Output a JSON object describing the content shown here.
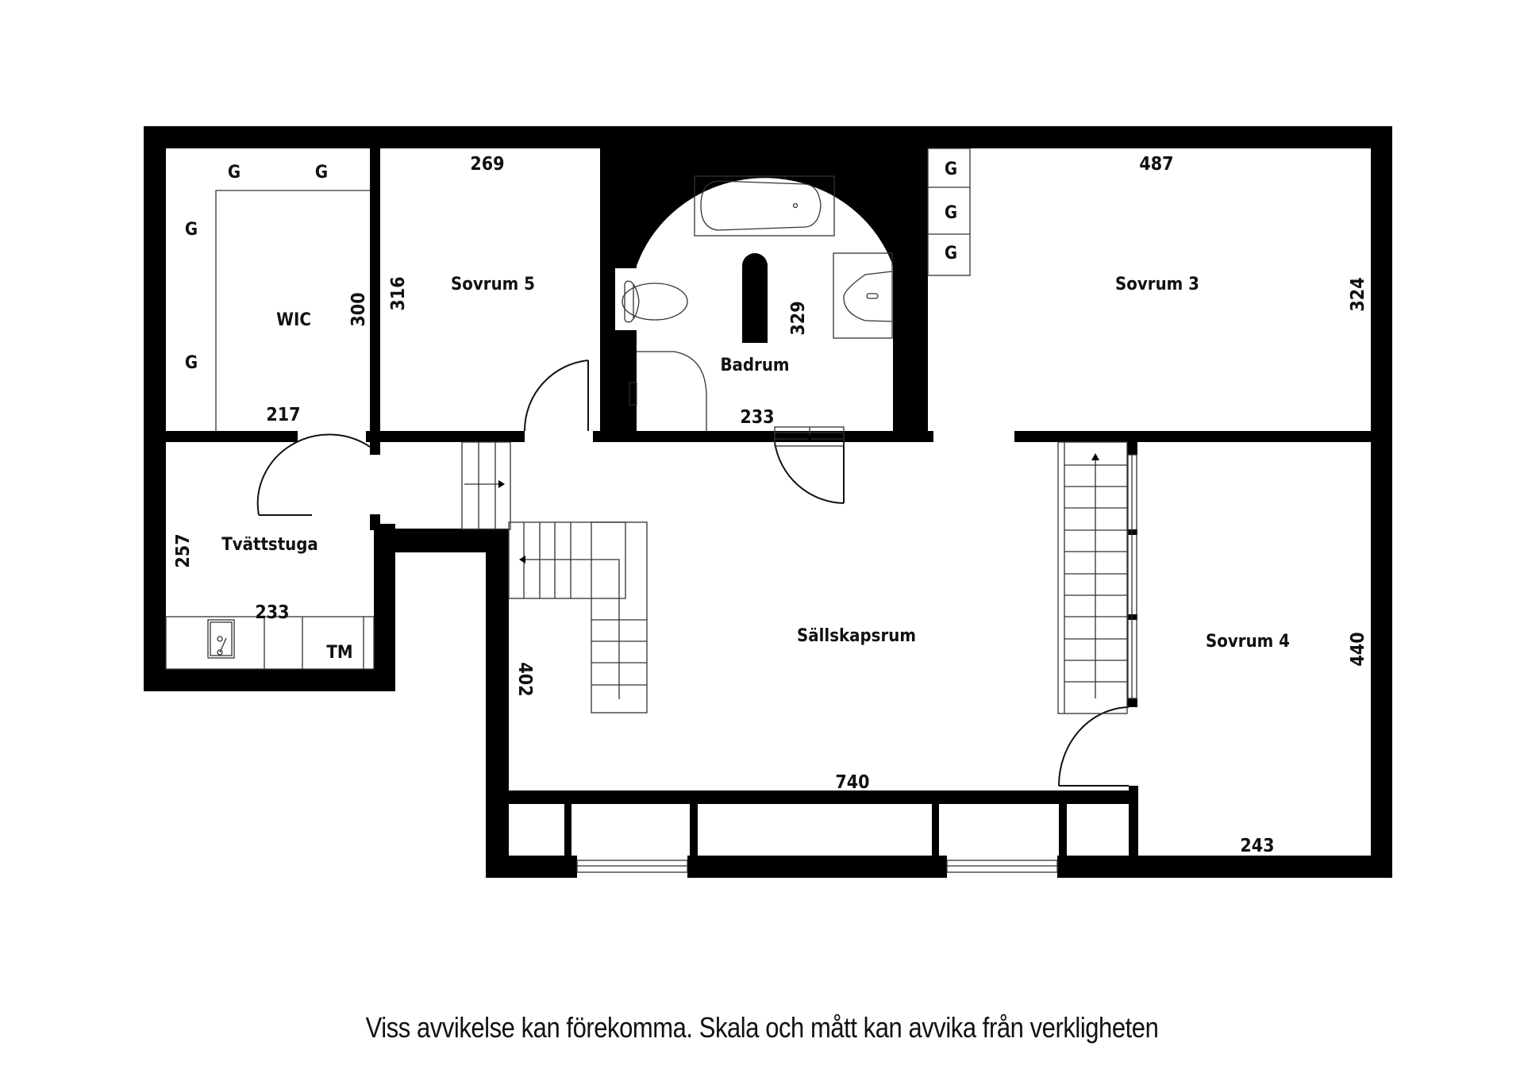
{
  "floorplan": {
    "rooms": {
      "wic": {
        "name": "WIC",
        "dims": [
          "217",
          "300"
        ]
      },
      "sovrum5": {
        "name": "Sovrum 5",
        "dims": [
          "269",
          "316"
        ]
      },
      "badrum": {
        "name": "Badrum",
        "dims": [
          "233",
          "329"
        ]
      },
      "sovrum3": {
        "name": "Sovrum 3",
        "dims": [
          "487",
          "324"
        ]
      },
      "tvattstuga": {
        "name": "Tvättstuga",
        "dims": [
          "233",
          "257"
        ]
      },
      "sallskapsrum": {
        "name": "Sällskapsrum",
        "dims": [
          "740",
          "402"
        ]
      },
      "sovrum4": {
        "name": "Sovrum 4",
        "dims": [
          "243",
          "440"
        ]
      }
    },
    "wardrobe_label": "G",
    "tm_label": "TM",
    "colors": {
      "wall": "#000000",
      "background": "#ffffff",
      "line": "#111111"
    }
  },
  "caption": "Viss avvikelse kan förekomma. Skala och mått kan avvika från verkligheten"
}
